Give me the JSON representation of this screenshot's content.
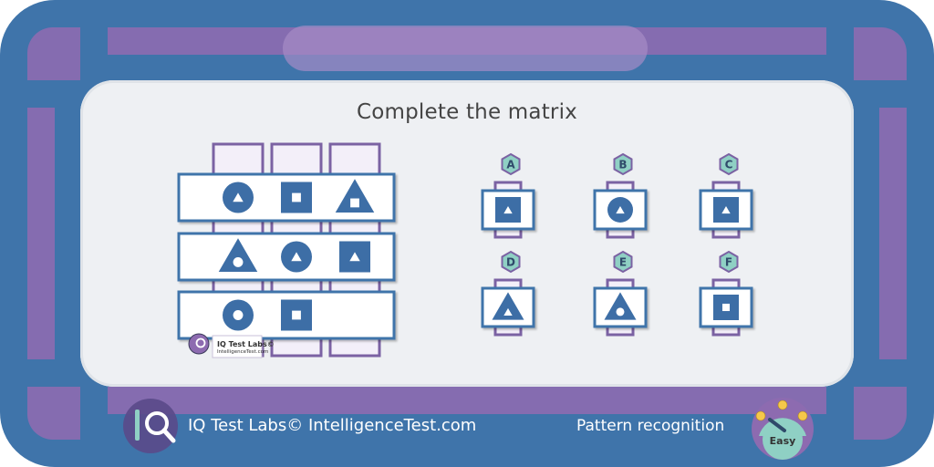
{
  "title": "Complete the matrix",
  "options": [
    {
      "letter": "A",
      "shape": "square-with-triangle"
    },
    {
      "letter": "B",
      "shape": "circle-with-triangle"
    },
    {
      "letter": "C",
      "shape": "square-with-triangle"
    },
    {
      "letter": "D",
      "shape": "triangle-with-triangle"
    },
    {
      "letter": "E",
      "shape": "triangle-with-circle"
    },
    {
      "letter": "F",
      "shape": "square-with-square"
    }
  ],
  "matrix": [
    [
      "circle-with-triangle",
      "square-with-square",
      "triangle-with-square"
    ],
    [
      "triangle-with-circle",
      "circle-with-triangle",
      "square-with-triangle"
    ],
    [
      "circle-with-circle",
      "square-with-square",
      "empty"
    ]
  ],
  "watermark": {
    "brand": "IQ Test Labs©",
    "site": "IntelligenceTest.com",
    "icon": "iq-magnifier-logo"
  },
  "footer": {
    "brand": "IQ Test Labs© IntelligenceTest.com",
    "category": "Pattern recognition",
    "difficulty": "Easy",
    "logo_icon": "iq-magnifier-logo",
    "gauge_icon": "difficulty-gauge-icon"
  },
  "colors": {
    "frame": "#3f74aa",
    "accent_purple": "#8d6bb0",
    "shape_blue": "#3d6ea6",
    "badge_teal": "#8fd0c4",
    "badge_border": "#7b62a3"
  }
}
